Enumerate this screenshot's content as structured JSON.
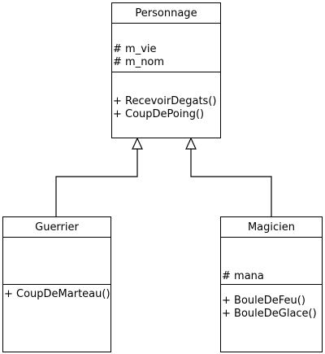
{
  "classes": {
    "personnage": {
      "name": "Personnage",
      "attributes": [
        "# m_vie",
        "# m_nom"
      ],
      "operations": [
        "+ RecevoirDegats()",
        "+ CoupDePoing()"
      ]
    },
    "guerrier": {
      "name": "Guerrier",
      "attributes": [],
      "operations": [
        "+ CoupDeMarteau()"
      ]
    },
    "magicien": {
      "name": "Magicien",
      "attributes": [
        "# mana"
      ],
      "operations": [
        "+ BouleDeFeu()",
        "+ BouleDeGlace()"
      ]
    }
  }
}
